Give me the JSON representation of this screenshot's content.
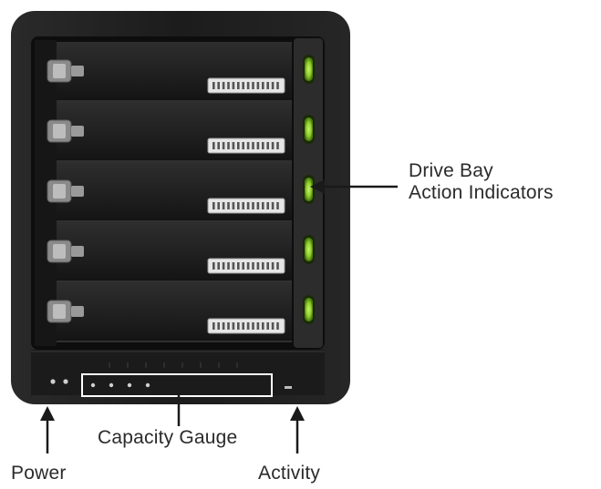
{
  "labels": {
    "drive_bay_line1": "Drive Bay",
    "drive_bay_line2": "Action Indicators",
    "capacity_gauge": "Capacity Gauge",
    "power": "Power",
    "activity": "Activity"
  },
  "device": {
    "drive_bay_count": 5,
    "capacity_gauge_dots": 4,
    "indicator_color": "#8fcf2a",
    "enclosure_color": "#1a1a1a"
  }
}
